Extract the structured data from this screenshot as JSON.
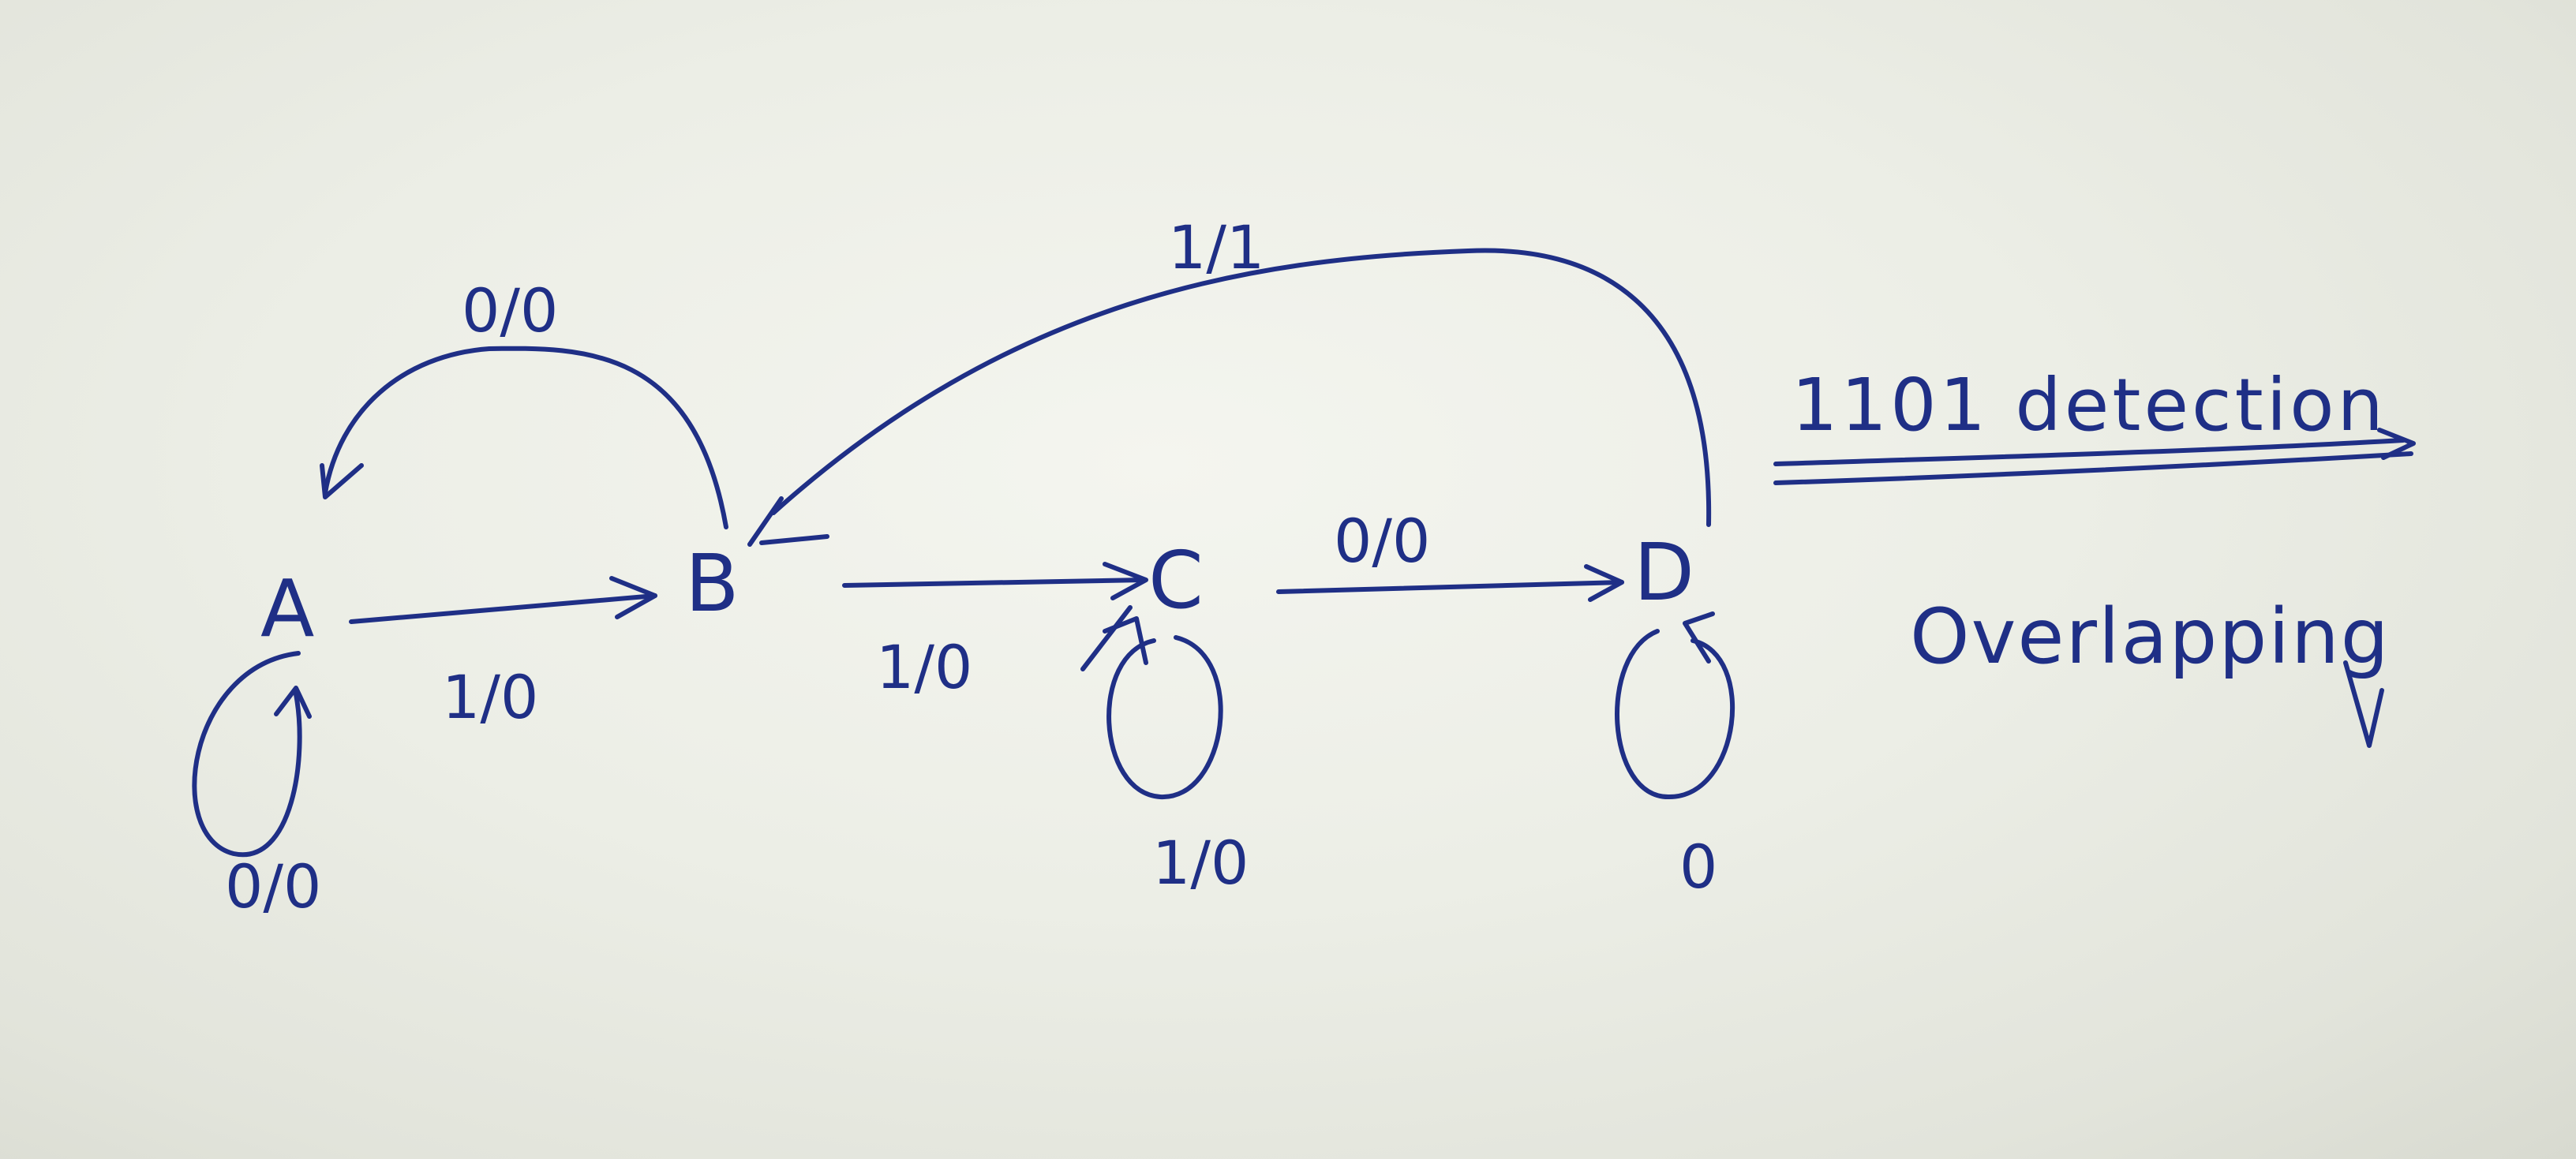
{
  "diagram": {
    "title": "1101 detection",
    "subtitle": "Overlapping",
    "states": {
      "A": "A",
      "B": "B",
      "C": "C",
      "D": "D"
    },
    "edges": {
      "a_to_b": "1/0",
      "a_self": "0/0",
      "b_to_a": "0/0",
      "b_to_c": "1/0",
      "c_self": "1/0",
      "c_to_d": "0/0",
      "d_to_b": "1/1",
      "d_self": "0"
    },
    "ink_color": "#1f2f86",
    "paper_color": "#eceee6"
  }
}
